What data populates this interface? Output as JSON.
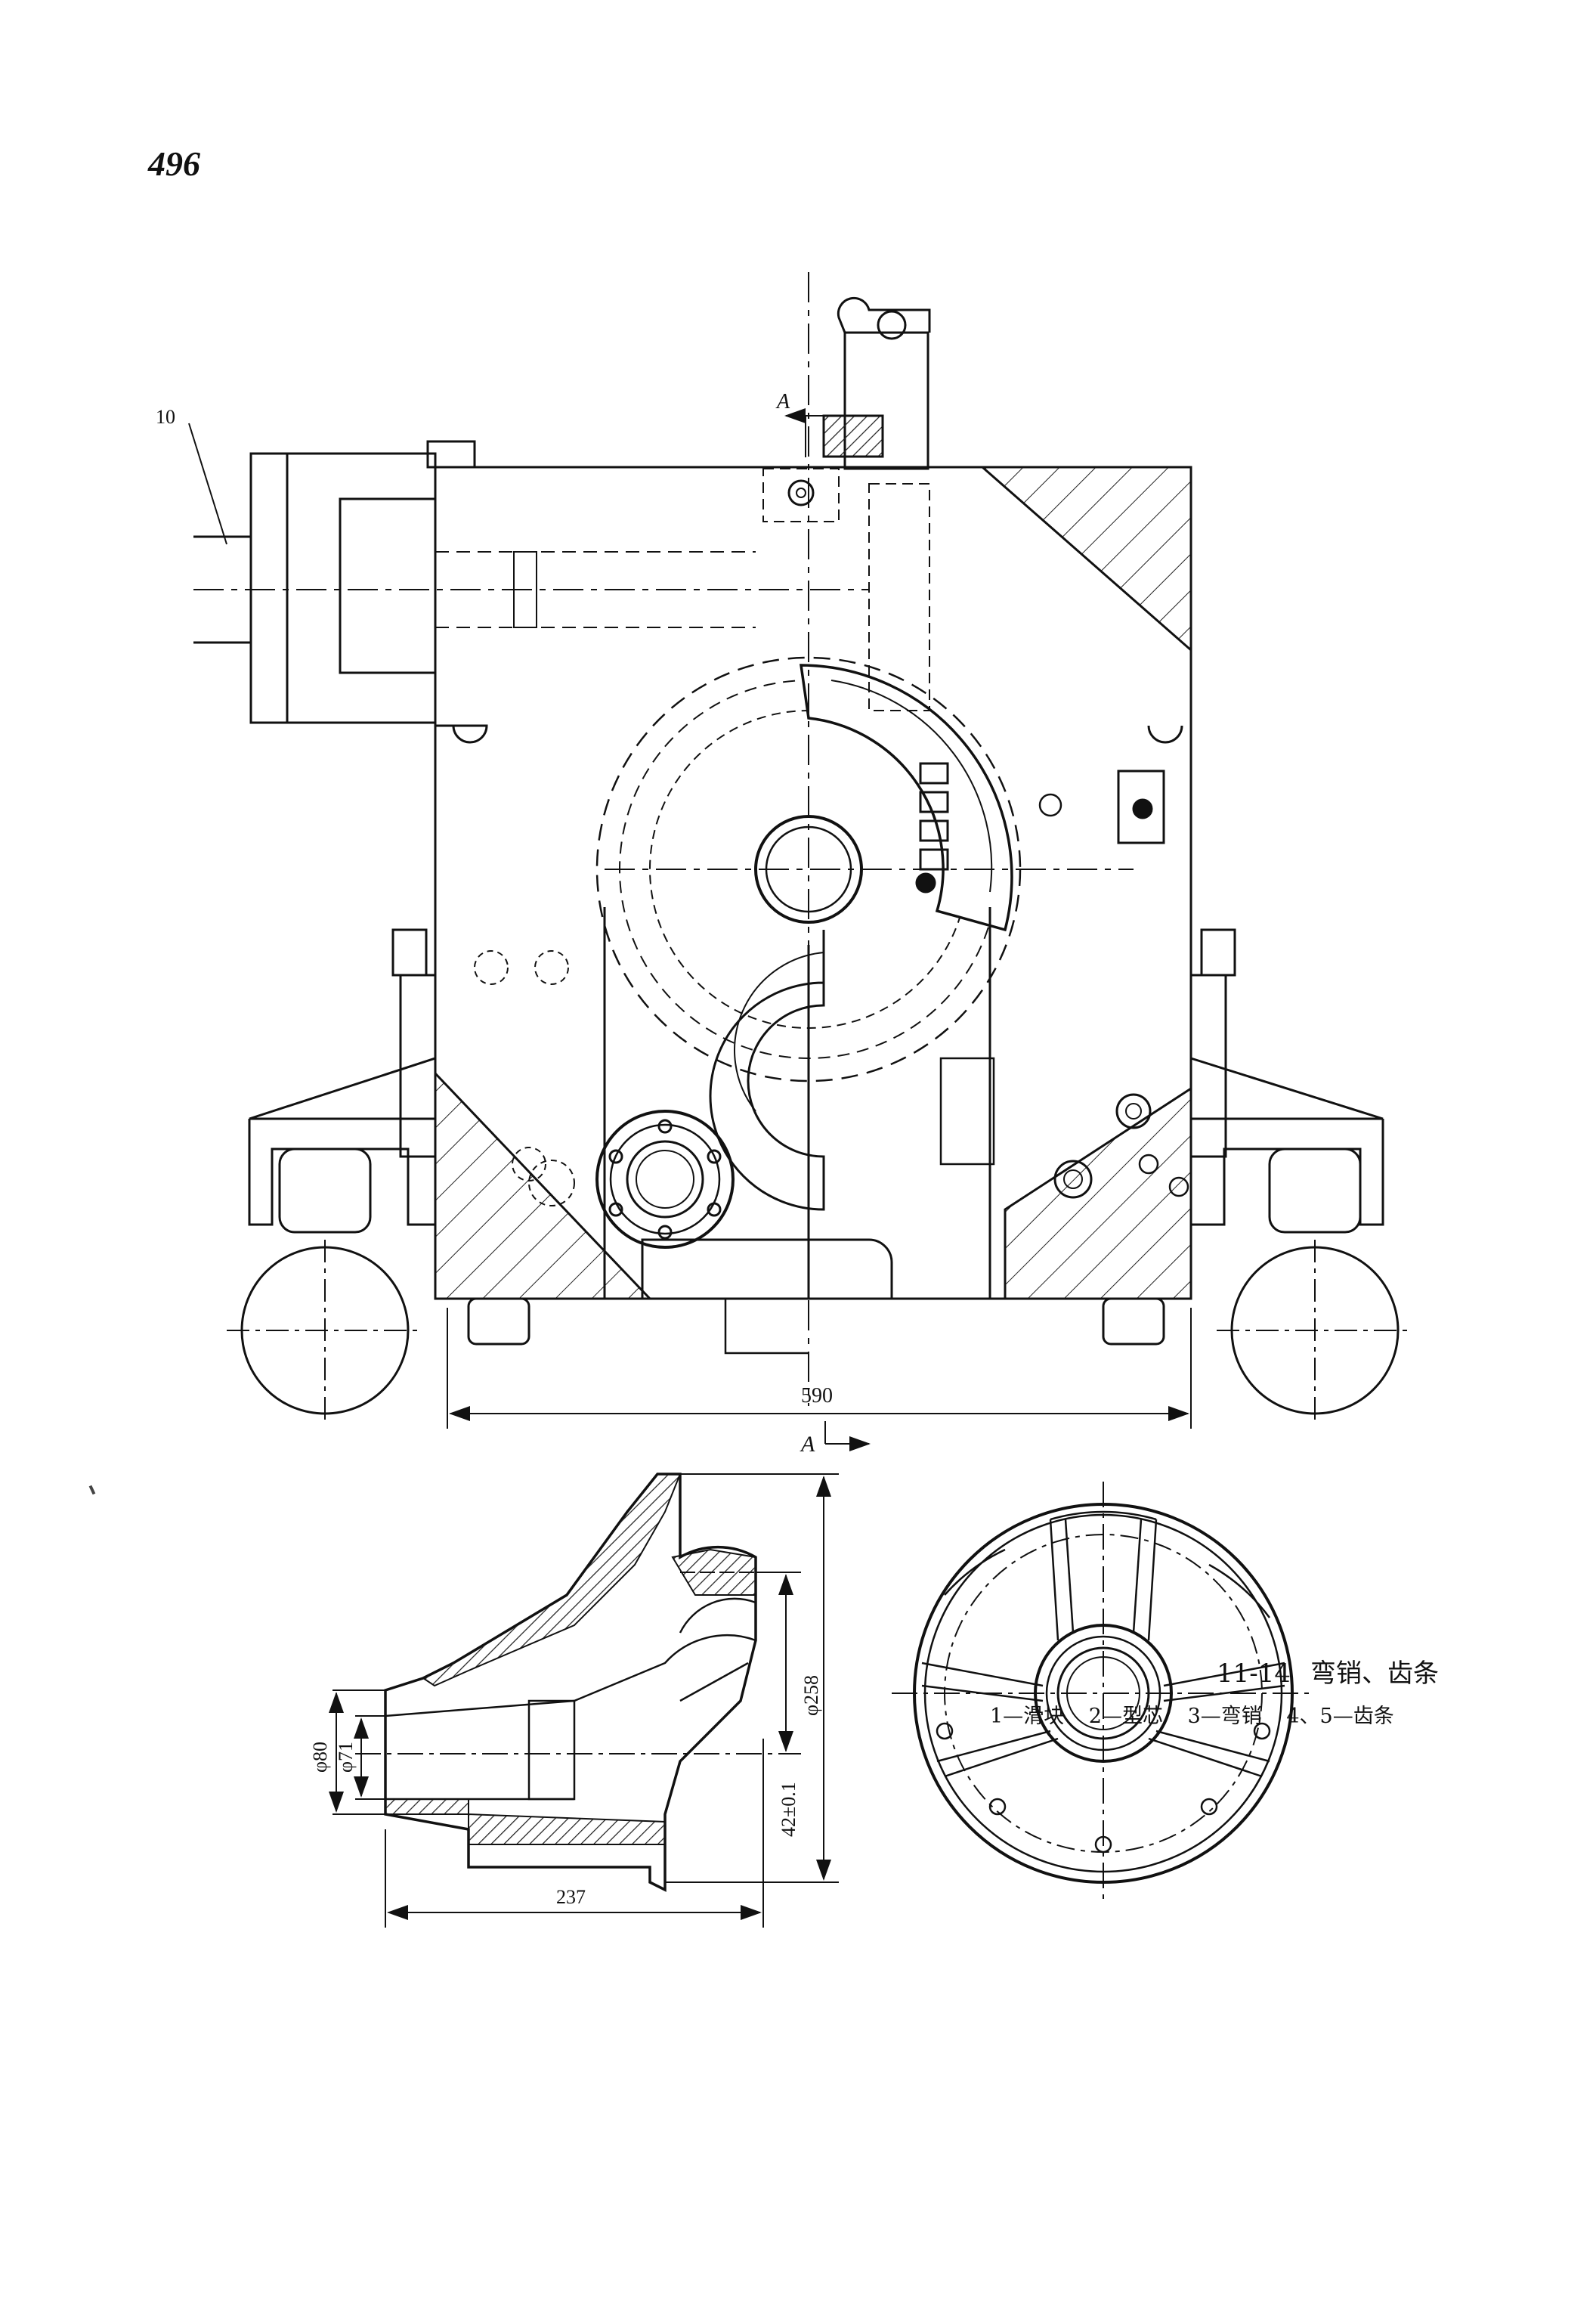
{
  "page": {
    "number": "496"
  },
  "figure": {
    "number": "11-14",
    "title": "弯销、齿条",
    "legend": [
      "1—滑块",
      "2—型芯",
      "3—弯销",
      "4、5—齿条"
    ]
  },
  "top_view": {
    "leader_label": "10",
    "section_mark_top": "A",
    "section_mark_bottom": "A",
    "width_dimension": "590"
  },
  "section_view": {
    "dim_phi80": "φ80",
    "dim_phi71": "φ71",
    "dim_phi258": "φ258",
    "dim_42": "42±0.1",
    "dim_length": "237"
  }
}
